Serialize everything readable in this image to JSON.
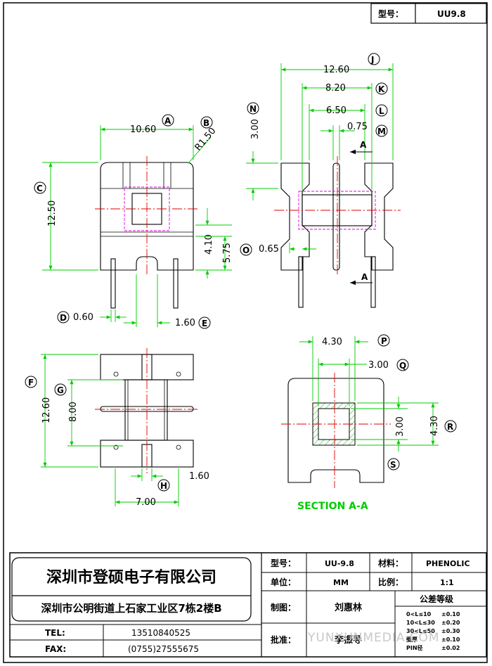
{
  "title_block_top": {
    "model_label": "型号：",
    "model_value": "UU9.8"
  },
  "views": {
    "front": {
      "dims": {
        "width": "10.60",
        "radius": "R1.50",
        "height": "12.50",
        "d1": "4.10",
        "d2": "5.75",
        "pin_w": "0.60",
        "pin_pitch": "1.60"
      },
      "labels": {
        "A": "A",
        "B": "B",
        "C": "C",
        "D": "D",
        "E": "E"
      }
    },
    "side": {
      "dims": {
        "w1": "12.60",
        "w2": "8.20",
        "w3": "6.50",
        "w4": "0.75",
        "h": "3.00",
        "t": "0.65"
      },
      "labels": {
        "J": "J",
        "K": "K",
        "L": "L",
        "M": "M",
        "N": "N",
        "O": "O"
      },
      "section_mark": "A"
    },
    "bottom": {
      "dims": {
        "h1": "12.60",
        "h2": "8.00",
        "p": "1.60",
        "w": "7.00"
      },
      "labels": {
        "F": "F",
        "G": "G",
        "H": "H"
      }
    },
    "section": {
      "dims": {
        "w1": "4.30",
        "w2": "3.00",
        "h1": "3.00",
        "h2": "4.30"
      },
      "labels": {
        "P": "P",
        "Q": "Q",
        "R": "R",
        "S": "S"
      },
      "caption": "SECTION A-A"
    }
  },
  "company": {
    "name": "深圳市登硕电子有限公司",
    "address": "深圳市公明街道上石家工业区7栋2楼B"
  },
  "contact": {
    "tel_label": "TEL:",
    "tel": "13510840525",
    "fax_label": "FAX:",
    "fax": "(0755)27555675"
  },
  "title_block": {
    "model_label": "型号：",
    "model": "UU-9.8",
    "material_label": "材料：",
    "material": "PHENOLIC",
    "unit_label": "单位：",
    "unit": "MM",
    "scale_label": "比例：",
    "scale": "1:1",
    "drawn_label": "制图：",
    "drawn": "刘惠林",
    "approved_label": "批准：",
    "approved": "李振导",
    "tolerance_title": "公差等级",
    "tolerances": [
      {
        "range": "0<L≤10",
        "value": "±0.10"
      },
      {
        "range": "10<L≤30",
        "value": "±0.20"
      },
      {
        "range": "30<L≤50",
        "value": "±0.30"
      },
      {
        "range": "壁厚",
        "value": "±0.10"
      },
      {
        "range": "PIN径",
        "value": "±0.02"
      }
    ]
  },
  "watermark": "YUNXUNMEDIA.COM",
  "colors": {
    "dimension": "#00cc00",
    "centerline": "#e00000",
    "hidden": "#e000e0",
    "section_text": "#00cc00",
    "hatch": "#00cc00"
  }
}
